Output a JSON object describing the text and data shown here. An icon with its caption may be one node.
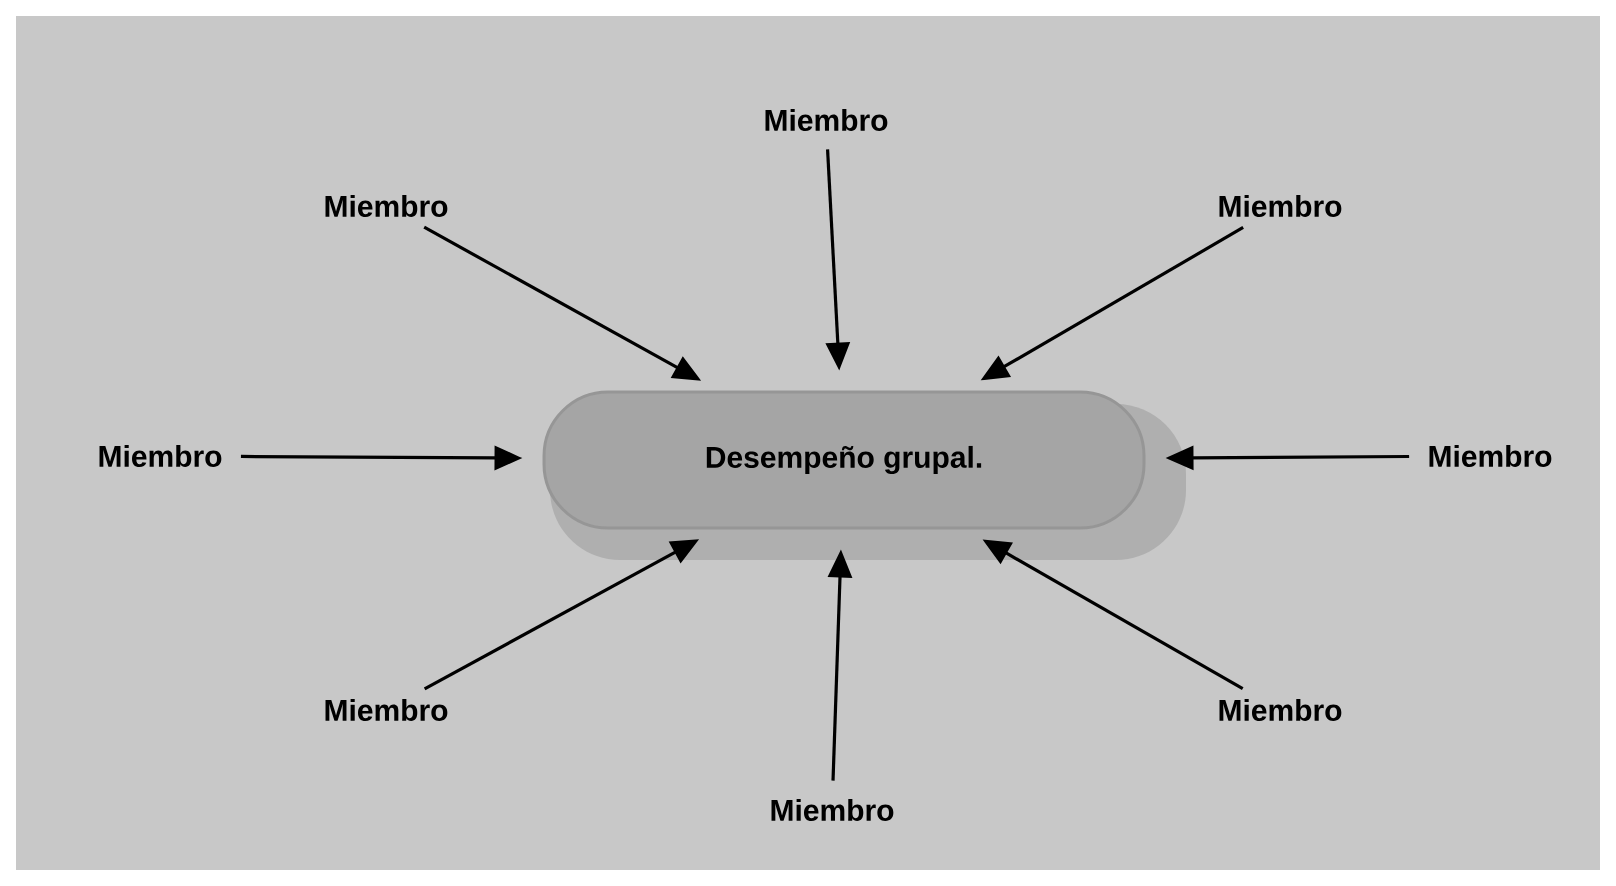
{
  "diagram": {
    "nodes": [
      {
        "text": [
          "Miembro"
        ]
      },
      {
        "text": [
          "Miembro"
        ]
      },
      {
        "text": [
          "Miembro"
        ]
      },
      {
        "text": [
          "Miembro"
        ]
      },
      {
        "text": [
          "Desempeño grupal."
        ]
      },
      {
        "text": [
          "Miembro"
        ]
      },
      {
        "text": [
          "Miembro"
        ]
      },
      {
        "text": [
          "Miembro"
        ]
      },
      {
        "text": [
          "Miembro"
        ]
      }
    ],
    "edges": [
      {
        "from": 0,
        "to": 4,
        "arrow": "to"
      },
      {
        "from": 1,
        "to": 4,
        "arrow": "to"
      },
      {
        "from": 2,
        "to": 4,
        "arrow": "to"
      },
      {
        "from": 3,
        "to": 4,
        "arrow": "to"
      },
      {
        "from": 5,
        "to": 4,
        "arrow": "to"
      },
      {
        "from": 6,
        "to": 4,
        "arrow": "to"
      },
      {
        "from": 7,
        "to": 4,
        "arrow": "to"
      },
      {
        "from": 8,
        "to": 4,
        "arrow": "to"
      }
    ]
  }
}
